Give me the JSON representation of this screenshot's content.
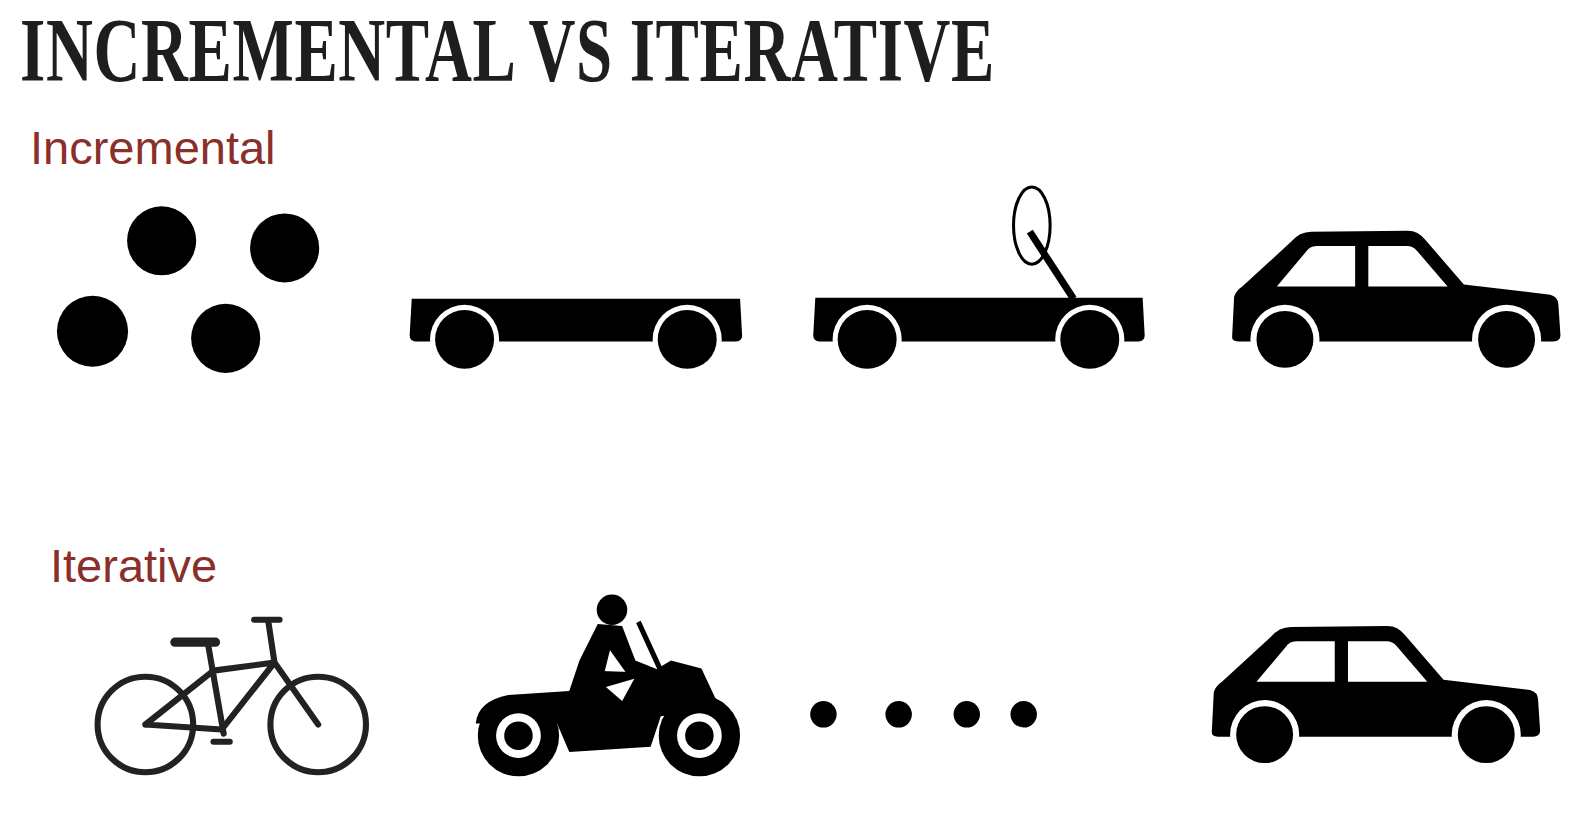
{
  "diagram": {
    "title": "INCREMENTAL VS ITERATIVE",
    "labels": [
      "Incremental",
      "Iterative"
    ]
  }
}
